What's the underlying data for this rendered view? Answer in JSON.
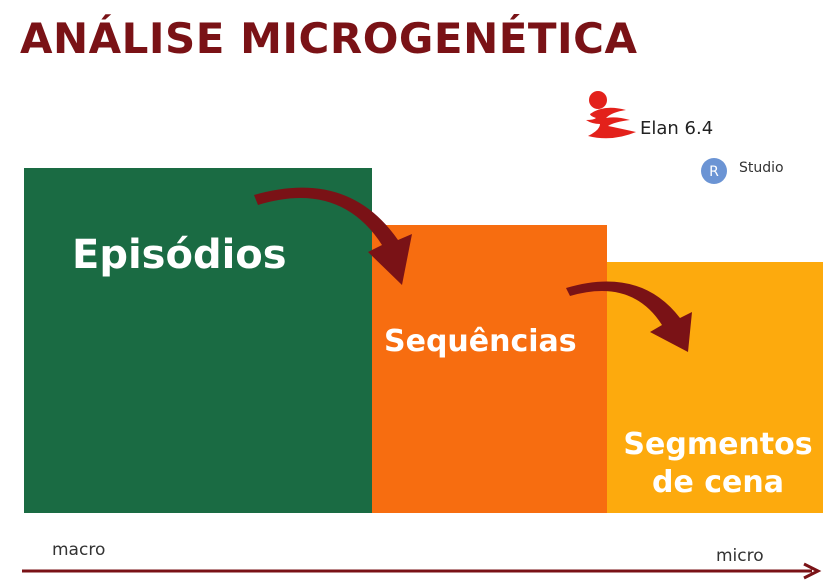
{
  "title": "ANÁLISE MICROGENÉTICA",
  "tools": {
    "elan": "Elan 6.4",
    "rstudio_letter": "R",
    "rstudio": "Studio"
  },
  "levels": {
    "episodios": "Episódios",
    "sequencias": "Sequências",
    "segmentos_line1": "Segmentos",
    "segmentos_line2": "de cena"
  },
  "axis": {
    "start": "macro",
    "end": "micro"
  },
  "colors": {
    "title": "#7a1216",
    "episodios": "#1a6b43",
    "sequencias": "#f76d10",
    "segmentos": "#fdaa0d",
    "arrow": "#7a1216",
    "elan_logo": "#e3211b",
    "rstudio_circle": "#6b94d4"
  }
}
